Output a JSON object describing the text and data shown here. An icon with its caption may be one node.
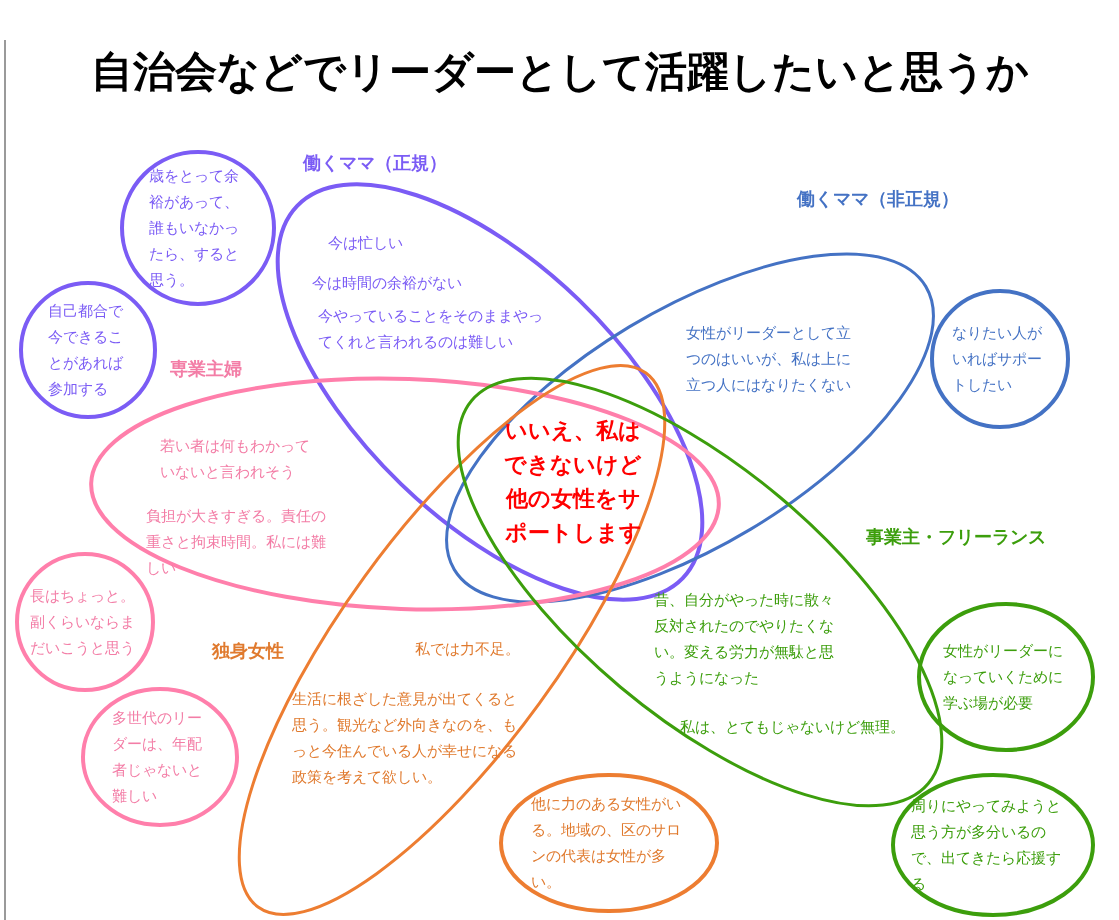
{
  "diagram": {
    "title": "自治会などでリーダーとして活躍したいと思うか",
    "nodes": [
      {
        "text": [
          "働くママ（正規）",
          "今は忙しい",
          "今は時間の余裕がない",
          "今やっていることをそのままやってくれと言われるのは難しい"
        ]
      },
      {
        "text": [
          "働くママ（非正規）",
          "女性がリーダーとして立つのはいいが、私は上に立つ人にはなりたくない"
        ]
      },
      {
        "text": [
          "専業主婦",
          "若い者は何もわかっていないと言われそう",
          "負担が大きすぎる。責任の重さと拘束時間。私には難しい"
        ]
      },
      {
        "text": [
          "独身女性",
          "私では力不足。",
          "生活に根ざした意見が出てくると思う。観光など外向きなのを、もっと今住んでいる人が幸せになる政策を考えて欲しい。"
        ]
      },
      {
        "text": [
          "事業主・フリーランス",
          "昔、自分がやった時に散々反対されたのでやりたくない。変える労力が無駄と思うようになった",
          "私は、とてもじゃないけど無理。"
        ]
      },
      {
        "text": [
          "歳をとって余裕があって、誰もいなかったら、すると思う。"
        ]
      },
      {
        "text": [
          "自己都合で今できることがあれば参加する"
        ]
      },
      {
        "text": [
          "なりたい人がいればサポートしたい"
        ]
      },
      {
        "text": [
          "長はちょっと。副くらいならまだいこうと思う"
        ]
      },
      {
        "text": [
          "多世代のリーダーは、年配者じゃないと難しい"
        ]
      },
      {
        "text": [
          "他に力のある女性がいる。地域の、区のサロンの代表は女性が多い。"
        ]
      },
      {
        "text": [
          "女性がリーダーになっていくために学ぶ場が必要"
        ]
      },
      {
        "text": [
          "周りにやってみようと思う方が多分いるので、出てきたら応援する"
        ]
      }
    ],
    "labels": [
      "いいえ、私はできないけど他の女性をサポートします"
    ]
  }
}
